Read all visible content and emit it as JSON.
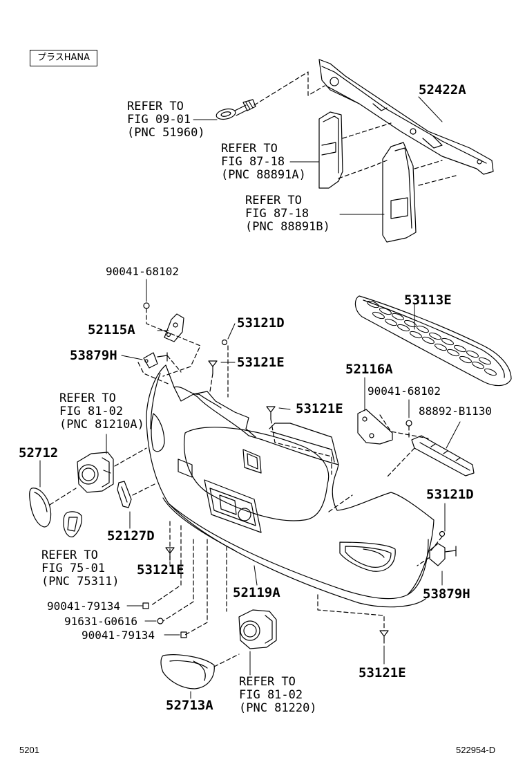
{
  "header": {
    "variant_tag": "プラスHANA"
  },
  "footer": {
    "page_code": "5201",
    "illustration_id": "522954-D"
  },
  "parts": [
    {
      "pnc": "52422A"
    },
    {
      "pnc": "90041-68102"
    },
    {
      "pnc": "52115A"
    },
    {
      "pnc": "53121D"
    },
    {
      "pnc": "53879H"
    },
    {
      "pnc": "53121E"
    },
    {
      "pnc": "53121E"
    },
    {
      "pnc": "52712"
    },
    {
      "pnc": "52127D"
    },
    {
      "pnc": "53121E"
    },
    {
      "pnc": "52119A"
    },
    {
      "pnc": "90041-79134"
    },
    {
      "pnc": "91631-G0616"
    },
    {
      "pnc": "90041-79134"
    },
    {
      "pnc": "52713A"
    },
    {
      "pnc": "53113E"
    },
    {
      "pnc": "52116A"
    },
    {
      "pnc": "90041-68102"
    },
    {
      "pnc": "88892-B1130"
    },
    {
      "pnc": "53121D"
    },
    {
      "pnc": "53879H"
    },
    {
      "pnc": "53121E"
    }
  ],
  "references": [
    {
      "line1": "REFER TO",
      "line2": "FIG 09-01",
      "line3": "(PNC 51960)"
    },
    {
      "line1": "REFER TO",
      "line2": "FIG 87-18",
      "line3": "(PNC 88891A)"
    },
    {
      "line1": "REFER TO",
      "line2": "FIG 87-18",
      "line3": "(PNC 88891B)"
    },
    {
      "line1": "REFER TO",
      "line2": "FIG 81-02",
      "line3": "(PNC 81210A)"
    },
    {
      "line1": "REFER TO",
      "line2": "FIG 75-01",
      "line3": "(PNC 75311)"
    },
    {
      "line1": "REFER TO",
      "line2": "FIG 81-02",
      "line3": "(PNC 81220)"
    }
  ]
}
